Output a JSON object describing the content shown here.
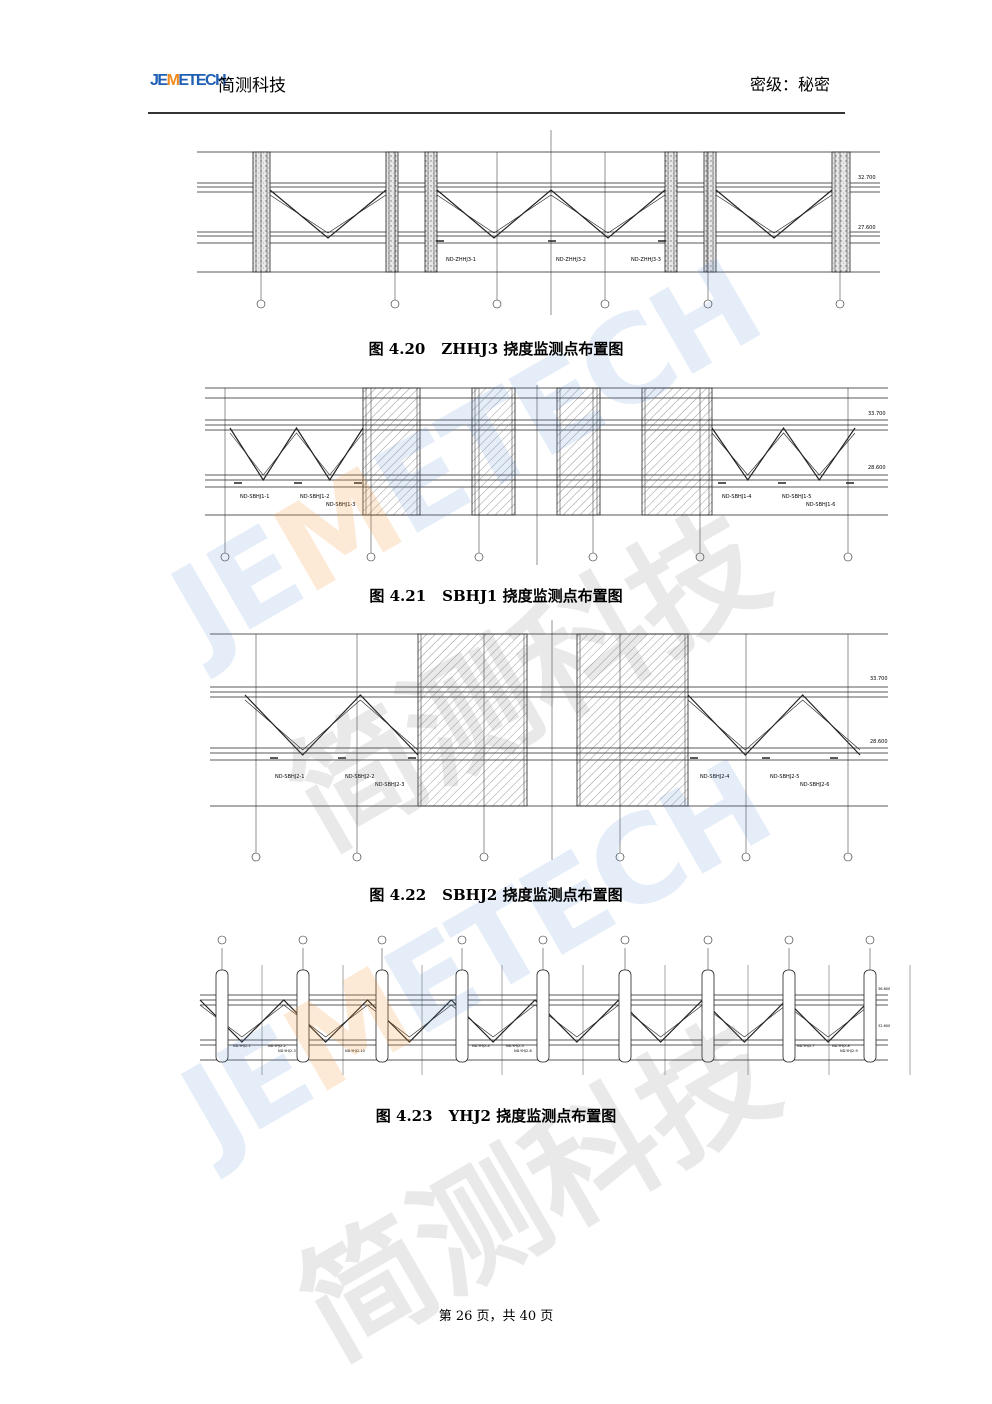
{
  "header": {
    "logo_prefix": "JE",
    "logo_m": "M",
    "logo_suffix": "ETECH",
    "company": "简测科技",
    "security": "密级：秘密"
  },
  "watermark": {
    "en_prefix": "JE",
    "en_m": "M",
    "en_suffix": "ETECH",
    "cn": "简测科技"
  },
  "figures": [
    {
      "number": "图 4.20",
      "title": "ZHHJ3 挠度监测点布置图",
      "points": [
        "ND-ZHHJ3-1",
        "ND-ZHHJ3-2",
        "ND-ZHHJ3-3"
      ],
      "levels": [
        "32.700",
        "27.600"
      ]
    },
    {
      "number": "图 4.21",
      "title": "SBHJ1 挠度监测点布置图",
      "points": [
        "ND-SBHJ1-1",
        "ND-SBHJ1-2",
        "ND-SBHJ1-3",
        "ND-SBHJ1-4",
        "ND-SBHJ1-5",
        "ND-SBHJ1-6"
      ],
      "levels": [
        "33.700",
        "28.600"
      ]
    },
    {
      "number": "图 4.22",
      "title": "SBHJ2 挠度监测点布置图",
      "points": [
        "ND-SBHJ2-1",
        "ND-SBHJ2-2",
        "ND-SBHJ2-3",
        "ND-SBHJ2-4",
        "ND-SBHJ2-5",
        "ND-SBHJ2-6"
      ],
      "levels": [
        "33.700",
        "28.600"
      ]
    },
    {
      "number": "图 4.23",
      "title": "YHJ2 挠度监测点布置图",
      "points": [
        "ND-YHJ2-1",
        "ND-YHJ2-2",
        "ND-YHJ2-3",
        "ND-YHJ2-4",
        "ND-YHJ2-5",
        "ND-YHJ2-6",
        "ND-YHJ2-7",
        "ND-YHJ2-8",
        "ND-YHJ2-9",
        "ND-YHJ2-10"
      ],
      "levels": [
        "36.600",
        "32.600"
      ]
    }
  ],
  "footer": "第 26 页，共 40 页"
}
